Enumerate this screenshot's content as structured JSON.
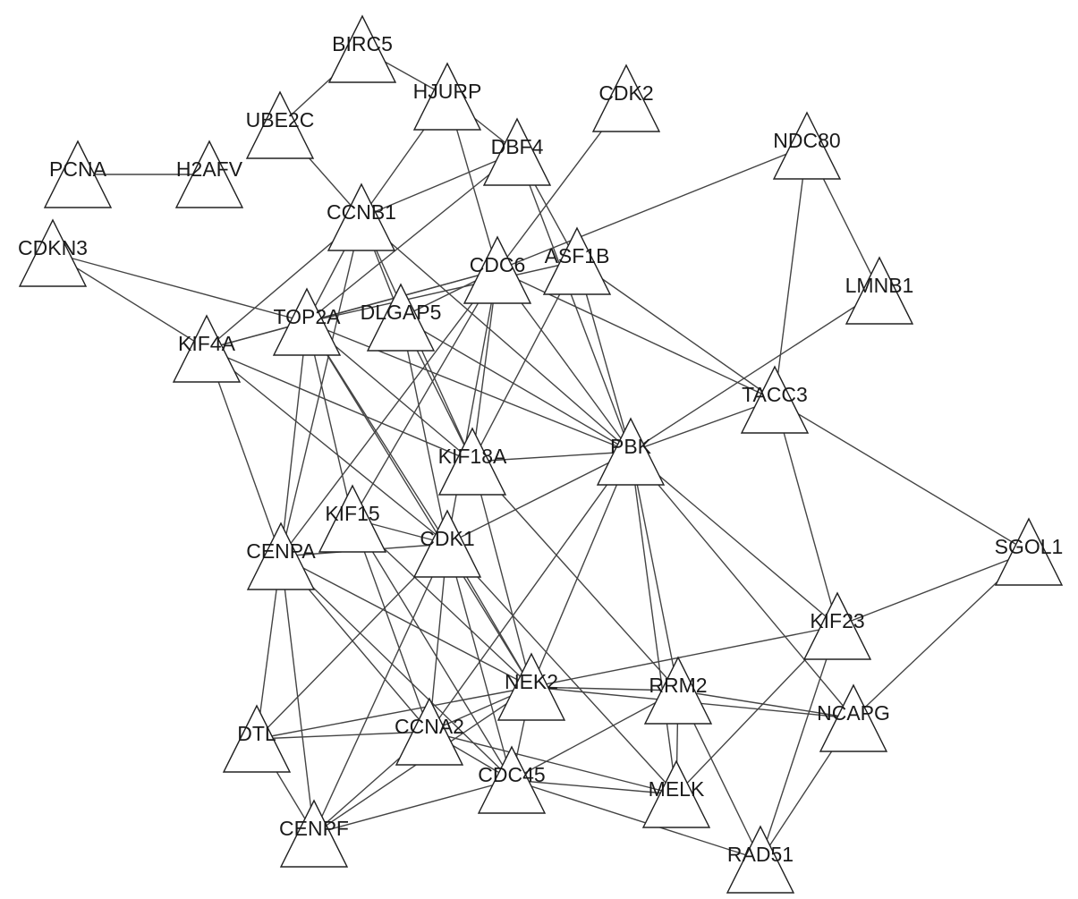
{
  "nodes": [
    {
      "id": "BIRC5",
      "label": "BIRC5"
    },
    {
      "id": "HJURP",
      "label": "HJURP"
    },
    {
      "id": "UBE2C",
      "label": "UBE2C"
    },
    {
      "id": "CDK2",
      "label": "CDK2"
    },
    {
      "id": "DBF4",
      "label": "DBF4"
    },
    {
      "id": "NDC80",
      "label": "NDC80"
    },
    {
      "id": "PCNA",
      "label": "PCNA"
    },
    {
      "id": "H2AFV",
      "label": "H2AFV"
    },
    {
      "id": "CCNB1",
      "label": "CCNB1"
    },
    {
      "id": "CDKN3",
      "label": "CDKN3"
    },
    {
      "id": "CDC6",
      "label": "CDC6"
    },
    {
      "id": "ASF1B",
      "label": "ASF1B"
    },
    {
      "id": "LMNB1",
      "label": "LMNB1"
    },
    {
      "id": "TOP2A",
      "label": "TOP2A"
    },
    {
      "id": "DLGAP5",
      "label": "DLGAP5"
    },
    {
      "id": "KIF4A",
      "label": "KIF4A"
    },
    {
      "id": "TACC3",
      "label": "TACC3"
    },
    {
      "id": "PBK",
      "label": "PBK"
    },
    {
      "id": "KIF18A",
      "label": "KIF18A"
    },
    {
      "id": "KIF15",
      "label": "KIF15"
    },
    {
      "id": "CDK1",
      "label": "CDK1"
    },
    {
      "id": "CENPA",
      "label": "CENPA"
    },
    {
      "id": "SGOL1",
      "label": "SGOL1"
    },
    {
      "id": "KIF23",
      "label": "KIF23"
    },
    {
      "id": "NEK2",
      "label": "NEK2"
    },
    {
      "id": "RRM2",
      "label": "RRM2"
    },
    {
      "id": "NCAPG",
      "label": "NCAPG"
    },
    {
      "id": "DTL",
      "label": "DTL"
    },
    {
      "id": "CCNA2",
      "label": "CCNA2"
    },
    {
      "id": "CDC45",
      "label": "CDC45"
    },
    {
      "id": "MELK",
      "label": "MELK"
    },
    {
      "id": "CENPF",
      "label": "CENPF"
    },
    {
      "id": "RAD51",
      "label": "RAD51"
    }
  ],
  "edges": [
    [
      "BIRC5",
      "UBE2C"
    ],
    [
      "BIRC5",
      "HJURP"
    ],
    [
      "UBE2C",
      "CCNB1"
    ],
    [
      "PCNA",
      "H2AFV"
    ],
    [
      "HJURP",
      "CCNB1"
    ],
    [
      "HJURP",
      "CDC6"
    ],
    [
      "HJURP",
      "DBF4"
    ],
    [
      "CDK2",
      "CDC6"
    ],
    [
      "DBF4",
      "CCNB1"
    ],
    [
      "DBF4",
      "TOP2A"
    ],
    [
      "DBF4",
      "PBK"
    ],
    [
      "DBF4",
      "ASF1B"
    ],
    [
      "NDC80",
      "CDC6"
    ],
    [
      "NDC80",
      "LMNB1"
    ],
    [
      "NDC80",
      "TACC3"
    ],
    [
      "CDKN3",
      "KIF4A"
    ],
    [
      "CDKN3",
      "TOP2A"
    ],
    [
      "CCNB1",
      "KIF4A"
    ],
    [
      "CCNB1",
      "TOP2A"
    ],
    [
      "CCNB1",
      "DLGAP5"
    ],
    [
      "CCNB1",
      "PBK"
    ],
    [
      "CCNB1",
      "CENPA"
    ],
    [
      "CCNB1",
      "KIF18A"
    ],
    [
      "CDC6",
      "TOP2A"
    ],
    [
      "CDC6",
      "DLGAP5"
    ],
    [
      "CDC6",
      "KIF4A"
    ],
    [
      "CDC6",
      "PBK"
    ],
    [
      "CDC6",
      "KIF18A"
    ],
    [
      "CDC6",
      "CDK1"
    ],
    [
      "CDC6",
      "KIF15"
    ],
    [
      "CDC6",
      "TACC3"
    ],
    [
      "CDC6",
      "CENPA"
    ],
    [
      "ASF1B",
      "PBK"
    ],
    [
      "ASF1B",
      "KIF18A"
    ],
    [
      "ASF1B",
      "TOP2A"
    ],
    [
      "ASF1B",
      "TACC3"
    ],
    [
      "LMNB1",
      "PBK"
    ],
    [
      "TOP2A",
      "KIF4A"
    ],
    [
      "TOP2A",
      "PBK"
    ],
    [
      "TOP2A",
      "KIF18A"
    ],
    [
      "TOP2A",
      "CDK1"
    ],
    [
      "TOP2A",
      "CENPA"
    ],
    [
      "TOP2A",
      "KIF15"
    ],
    [
      "TOP2A",
      "NEK2"
    ],
    [
      "DLGAP5",
      "PBK"
    ],
    [
      "DLGAP5",
      "CDK1"
    ],
    [
      "DLGAP5",
      "KIF18A"
    ],
    [
      "KIF4A",
      "KIF18A"
    ],
    [
      "KIF4A",
      "CENPA"
    ],
    [
      "KIF4A",
      "CDK1"
    ],
    [
      "TACC3",
      "PBK"
    ],
    [
      "TACC3",
      "KIF23"
    ],
    [
      "TACC3",
      "SGOL1"
    ],
    [
      "PBK",
      "KIF18A"
    ],
    [
      "PBK",
      "CDK1"
    ],
    [
      "PBK",
      "NEK2"
    ],
    [
      "PBK",
      "RRM2"
    ],
    [
      "PBK",
      "KIF23"
    ],
    [
      "PBK",
      "NCAPG"
    ],
    [
      "PBK",
      "CCNA2"
    ],
    [
      "PBK",
      "MELK"
    ],
    [
      "KIF18A",
      "NEK2"
    ],
    [
      "KIF18A",
      "RRM2"
    ],
    [
      "KIF15",
      "CDK1"
    ],
    [
      "KIF15",
      "NEK2"
    ],
    [
      "KIF15",
      "CDC45"
    ],
    [
      "KIF15",
      "CCNA2"
    ],
    [
      "CDK1",
      "CENPA"
    ],
    [
      "CDK1",
      "NEK2"
    ],
    [
      "CDK1",
      "CCNA2"
    ],
    [
      "CDK1",
      "CDC45"
    ],
    [
      "CDK1",
      "DTL"
    ],
    [
      "CDK1",
      "CENPF"
    ],
    [
      "CDK1",
      "MELK"
    ],
    [
      "CENPA",
      "DTL"
    ],
    [
      "CENPA",
      "CENPF"
    ],
    [
      "CENPA",
      "NEK2"
    ],
    [
      "CENPA",
      "CDC45"
    ],
    [
      "CENPA",
      "CCNA2"
    ],
    [
      "SGOL1",
      "KIF23"
    ],
    [
      "SGOL1",
      "NCAPG"
    ],
    [
      "KIF23",
      "NEK2"
    ],
    [
      "KIF23",
      "RAD51"
    ],
    [
      "KIF23",
      "MELK"
    ],
    [
      "NEK2",
      "RRM2"
    ],
    [
      "NEK2",
      "NCAPG"
    ],
    [
      "NEK2",
      "CCNA2"
    ],
    [
      "NEK2",
      "CDC45"
    ],
    [
      "NEK2",
      "DTL"
    ],
    [
      "NEK2",
      "CENPF"
    ],
    [
      "RRM2",
      "NCAPG"
    ],
    [
      "RRM2",
      "MELK"
    ],
    [
      "RRM2",
      "RAD51"
    ],
    [
      "RRM2",
      "CDC45"
    ],
    [
      "NCAPG",
      "RAD51"
    ],
    [
      "DTL",
      "CCNA2"
    ],
    [
      "DTL",
      "CENPF"
    ],
    [
      "CCNA2",
      "CDC45"
    ],
    [
      "CCNA2",
      "MELK"
    ],
    [
      "CCNA2",
      "CENPF"
    ],
    [
      "CDC45",
      "MELK"
    ],
    [
      "CDC45",
      "RAD51"
    ],
    [
      "CDC45",
      "CENPF"
    ]
  ]
}
